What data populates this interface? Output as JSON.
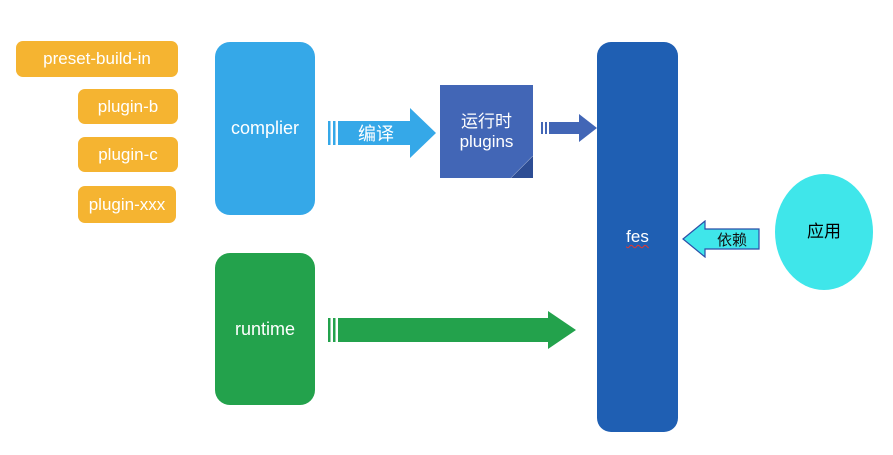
{
  "diagram": {
    "title": "fes architecture diagram",
    "colors": {
      "chip_orange": "#f5b431",
      "complier_blue": "#35a8e8",
      "runtime_green": "#23a24c",
      "fes_blue": "#1f5fb3",
      "plugins_blue": "#4266b6",
      "plugins_fold": "#2d4d94",
      "app_cyan": "#3fe6ea",
      "arrow_compile": "#35a8e8",
      "arrow_small": "#4266b6",
      "arrow_green": "#23a24c",
      "arrow_depend": "#3fe6ea",
      "spellcheck_red": "#e8342a"
    },
    "plugins": [
      {
        "label": "preset-build-in"
      },
      {
        "label": "plugin-b"
      },
      {
        "label": "plugin-c"
      },
      {
        "label": "plugin-xxx"
      }
    ],
    "nodes": {
      "complier": "complier",
      "runtime": "runtime",
      "runtime_plugins_line1": "运行时",
      "runtime_plugins_line2": "plugins",
      "fes": "fes",
      "app": "应用"
    },
    "arrows": {
      "compile": "编译",
      "plugins_to_fes": "",
      "runtime_to_fes": "",
      "depend": "依赖"
    }
  }
}
